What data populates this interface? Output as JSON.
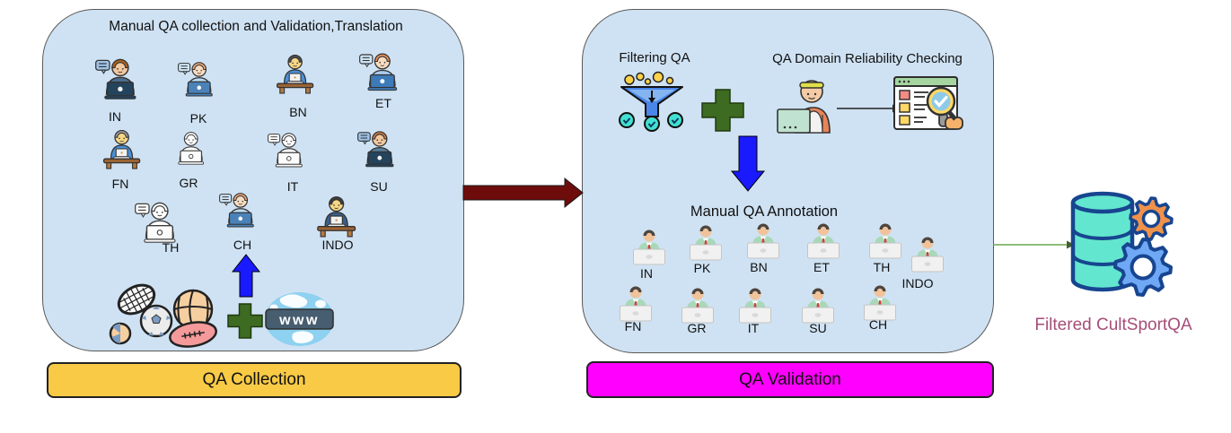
{
  "left_panel": {
    "title": "Manual QA collection and Validation,Translation",
    "footer_label": "QA Collection",
    "globe_label": "www",
    "people": [
      {
        "label": "IN"
      },
      {
        "label": "PK"
      },
      {
        "label": "BN"
      },
      {
        "label": "ET"
      },
      {
        "label": "FN"
      },
      {
        "label": "GR"
      },
      {
        "label": "IT"
      },
      {
        "label": "SU"
      },
      {
        "label": "TH"
      },
      {
        "label": "CH"
      },
      {
        "label": "INDO"
      }
    ]
  },
  "right_panel": {
    "filtering_title": "Filtering QA",
    "checking_title": "QA Domain Reliability Checking",
    "annotation_title": "Manual QA Annotation",
    "footer_label": "QA Validation",
    "people": [
      {
        "label": "IN"
      },
      {
        "label": "PK"
      },
      {
        "label": "BN"
      },
      {
        "label": "ET"
      },
      {
        "label": "TH"
      },
      {
        "label": "INDO"
      },
      {
        "label": "FN"
      },
      {
        "label": "GR"
      },
      {
        "label": "IT"
      },
      {
        "label": "SU"
      },
      {
        "label": "CH"
      }
    ]
  },
  "output": {
    "label": "Filtered CultSportQA"
  },
  "colors": {
    "panel_fill": "#cfe2f3",
    "collection_box": "#f8ca45",
    "validation_box": "#ff00ff",
    "flow_arrow": "#6e0c0c",
    "step_arrow": "#1a1aff",
    "plus_green": "#3d6b21",
    "connector_green": "#6aa84f",
    "output_label": "#a64d79",
    "db_fill": "#63e6cf",
    "db_outline": "#17458f",
    "gear_orange": "#f0924a",
    "gear_blue": "#6fa8f5"
  }
}
